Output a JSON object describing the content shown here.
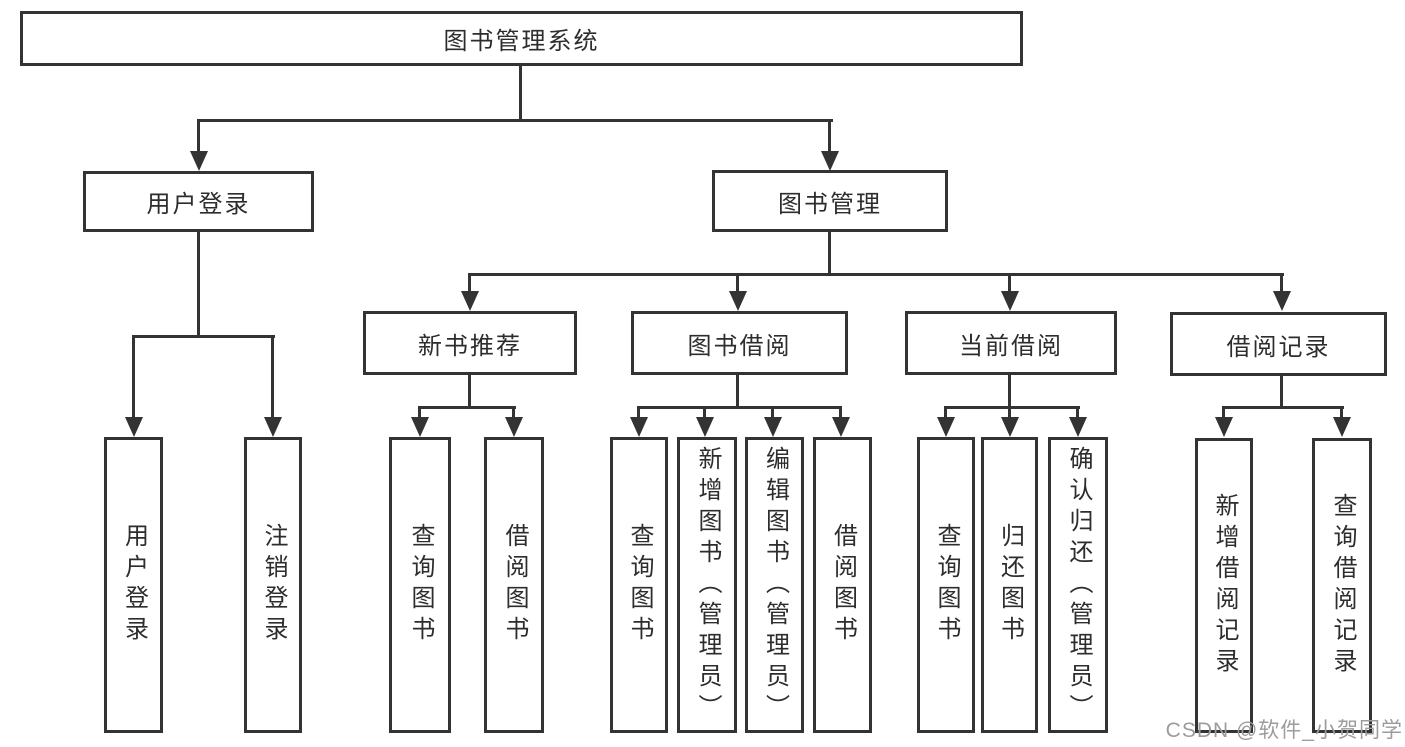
{
  "diagram": {
    "root": {
      "label": "图书管理系统"
    },
    "branches": [
      {
        "label": "用户登录",
        "children": [
          "用户登录",
          "注销登录"
        ]
      },
      {
        "label": "图书管理",
        "sections": [
          {
            "label": "新书推荐",
            "children": [
              "查询图书",
              "借阅图书"
            ]
          },
          {
            "label": "图书借阅",
            "children": [
              "查询图书",
              "新增图书（管理员）",
              "编辑图书（管理员）",
              "借阅图书"
            ]
          },
          {
            "label": "当前借阅",
            "children": [
              "查询图书",
              "归还图书",
              "确认归还（管理员）"
            ]
          },
          {
            "label": "借阅记录",
            "children": [
              "新增借阅记录",
              "查询借阅记录"
            ]
          }
        ]
      }
    ]
  },
  "watermark": {
    "text": "CSDN @软件_小贺同学"
  },
  "colors": {
    "line": "#333333",
    "box_background": "#ffffff",
    "text": "#2d2d2d",
    "watermark": "#9c9c9c",
    "page_background": "#ffffff"
  }
}
